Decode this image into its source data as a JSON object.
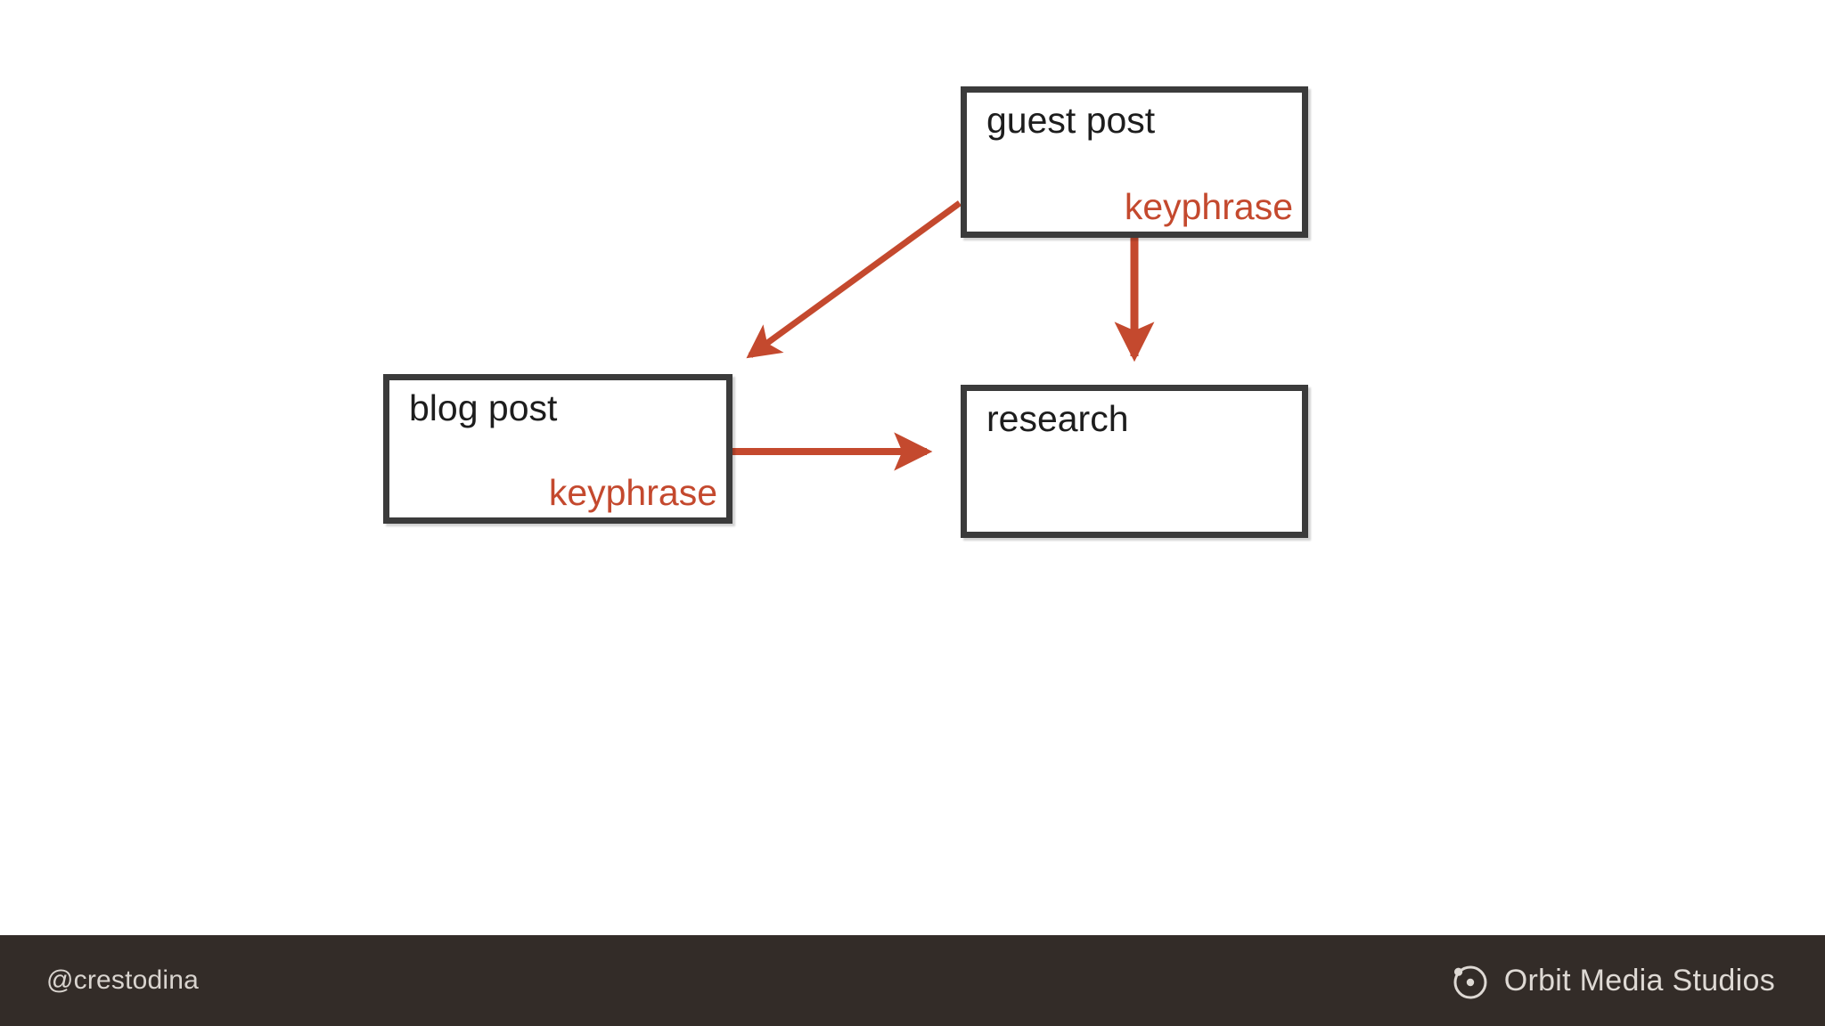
{
  "slide": {
    "background_color": "#ffffff",
    "accent_color": "#c4492e",
    "border_color": "#3b3b3b"
  },
  "diagram": {
    "type": "node-link",
    "nodes": [
      {
        "id": "guest-post",
        "title": "guest post",
        "tag": "keyphrase"
      },
      {
        "id": "blog-post",
        "title": "blog post",
        "tag": "keyphrase"
      },
      {
        "id": "research",
        "title": "research",
        "tag": ""
      }
    ],
    "edges": [
      {
        "from": "guest-post",
        "to": "blog-post",
        "direction": "diagonal-down-left"
      },
      {
        "from": "guest-post",
        "to": "research",
        "direction": "down"
      },
      {
        "from": "blog-post",
        "to": "research",
        "direction": "right"
      }
    ]
  },
  "footer": {
    "handle": "@crestodina",
    "brand": "Orbit Media Studios",
    "background_color": "#332c28",
    "text_color": "#ded9d4",
    "logo_icon": "orbit-circle-icon"
  }
}
